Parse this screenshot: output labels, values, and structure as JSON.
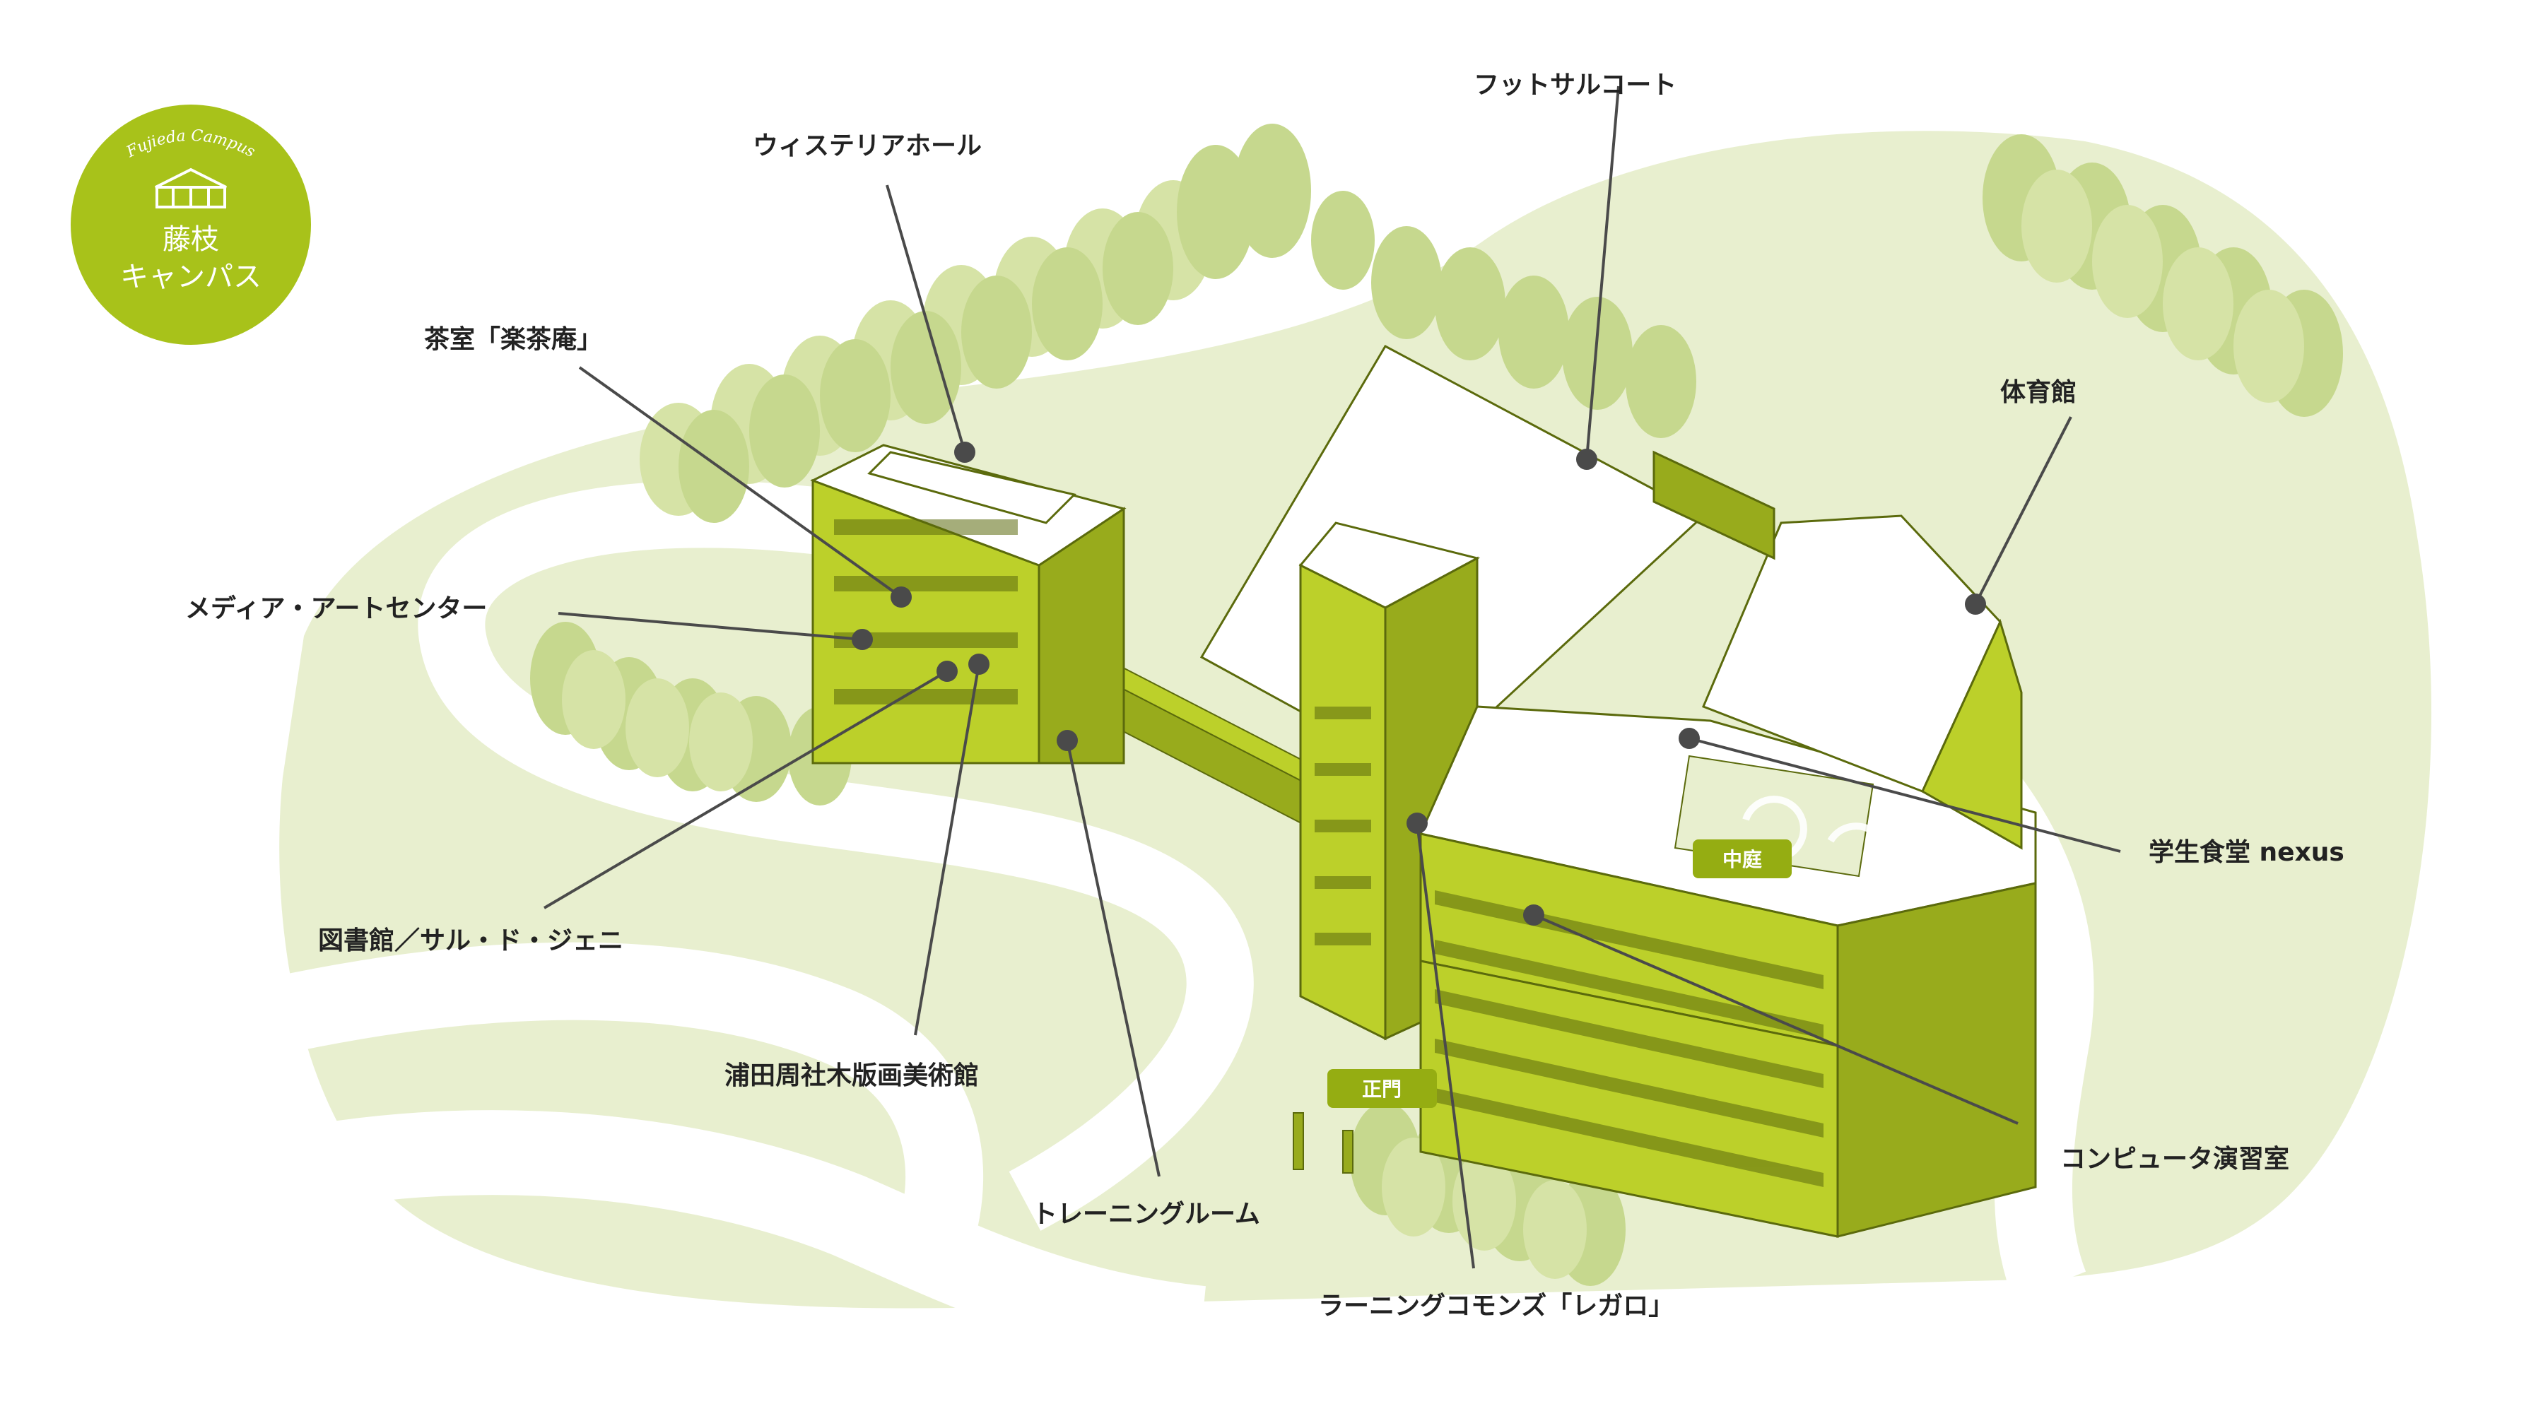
{
  "badge": {
    "script_text": "Fujieda Campus",
    "line1": "藤枝",
    "line2": "キャンパス"
  },
  "tags": {
    "courtyard": "中庭",
    "main_gate": "正門"
  },
  "labels": [
    {
      "id": "wisteria-hall",
      "text": "ウィステリアホール"
    },
    {
      "id": "futsal-court",
      "text": "フットサルコート"
    },
    {
      "id": "tea-room",
      "text": "茶室「楽茶庵」"
    },
    {
      "id": "gymnasium",
      "text": "体育館"
    },
    {
      "id": "media-art-center",
      "text": "メディア・アートセンター"
    },
    {
      "id": "student-cafeteria",
      "text": "学生食堂 nexus"
    },
    {
      "id": "library",
      "text": "図書館／サル・ド・ジェニ"
    },
    {
      "id": "art-museum",
      "text": "浦田周社木版画美術館"
    },
    {
      "id": "computer-room",
      "text": "コンピュータ演習室"
    },
    {
      "id": "training-room",
      "text": "トレーニングルーム"
    },
    {
      "id": "learning-commons",
      "text": "ラーニングコモンズ「レガロ」"
    }
  ],
  "colors": {
    "ground": "#e8efcf",
    "trees": "#c6d88e",
    "trees_light": "#d6e3a6",
    "building": "#bcd02a",
    "building_dark": "#98ab1c",
    "roof": "#ffffff",
    "outline": "#5b6a0c",
    "badge": "#a8c21a",
    "leader": "#4a4a4a",
    "pin": "#4a4a4a",
    "tag_bg": "#95ad12"
  }
}
